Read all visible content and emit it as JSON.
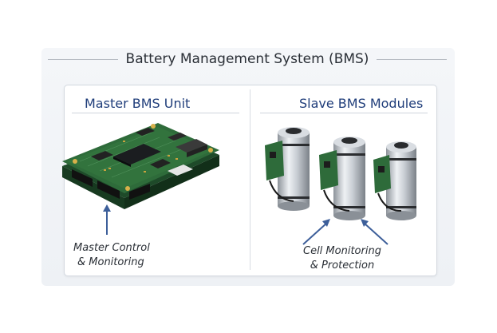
{
  "diagram": {
    "title": "Battery Management System (BMS)",
    "left_section": {
      "heading": "Master BMS Unit",
      "caption_line1": "Master Control",
      "caption_line2": "& Monitoring"
    },
    "right_section": {
      "heading": "Slave BMS Modules",
      "caption_line1": "Cell Monitoring",
      "caption_line2": "& Protection"
    },
    "colors": {
      "heading_blue": "#1f3d7a",
      "pcb_green": "#2e6b3a",
      "arrow_blue": "#3d5f9a",
      "cell_silver": "#c9ced4"
    }
  }
}
